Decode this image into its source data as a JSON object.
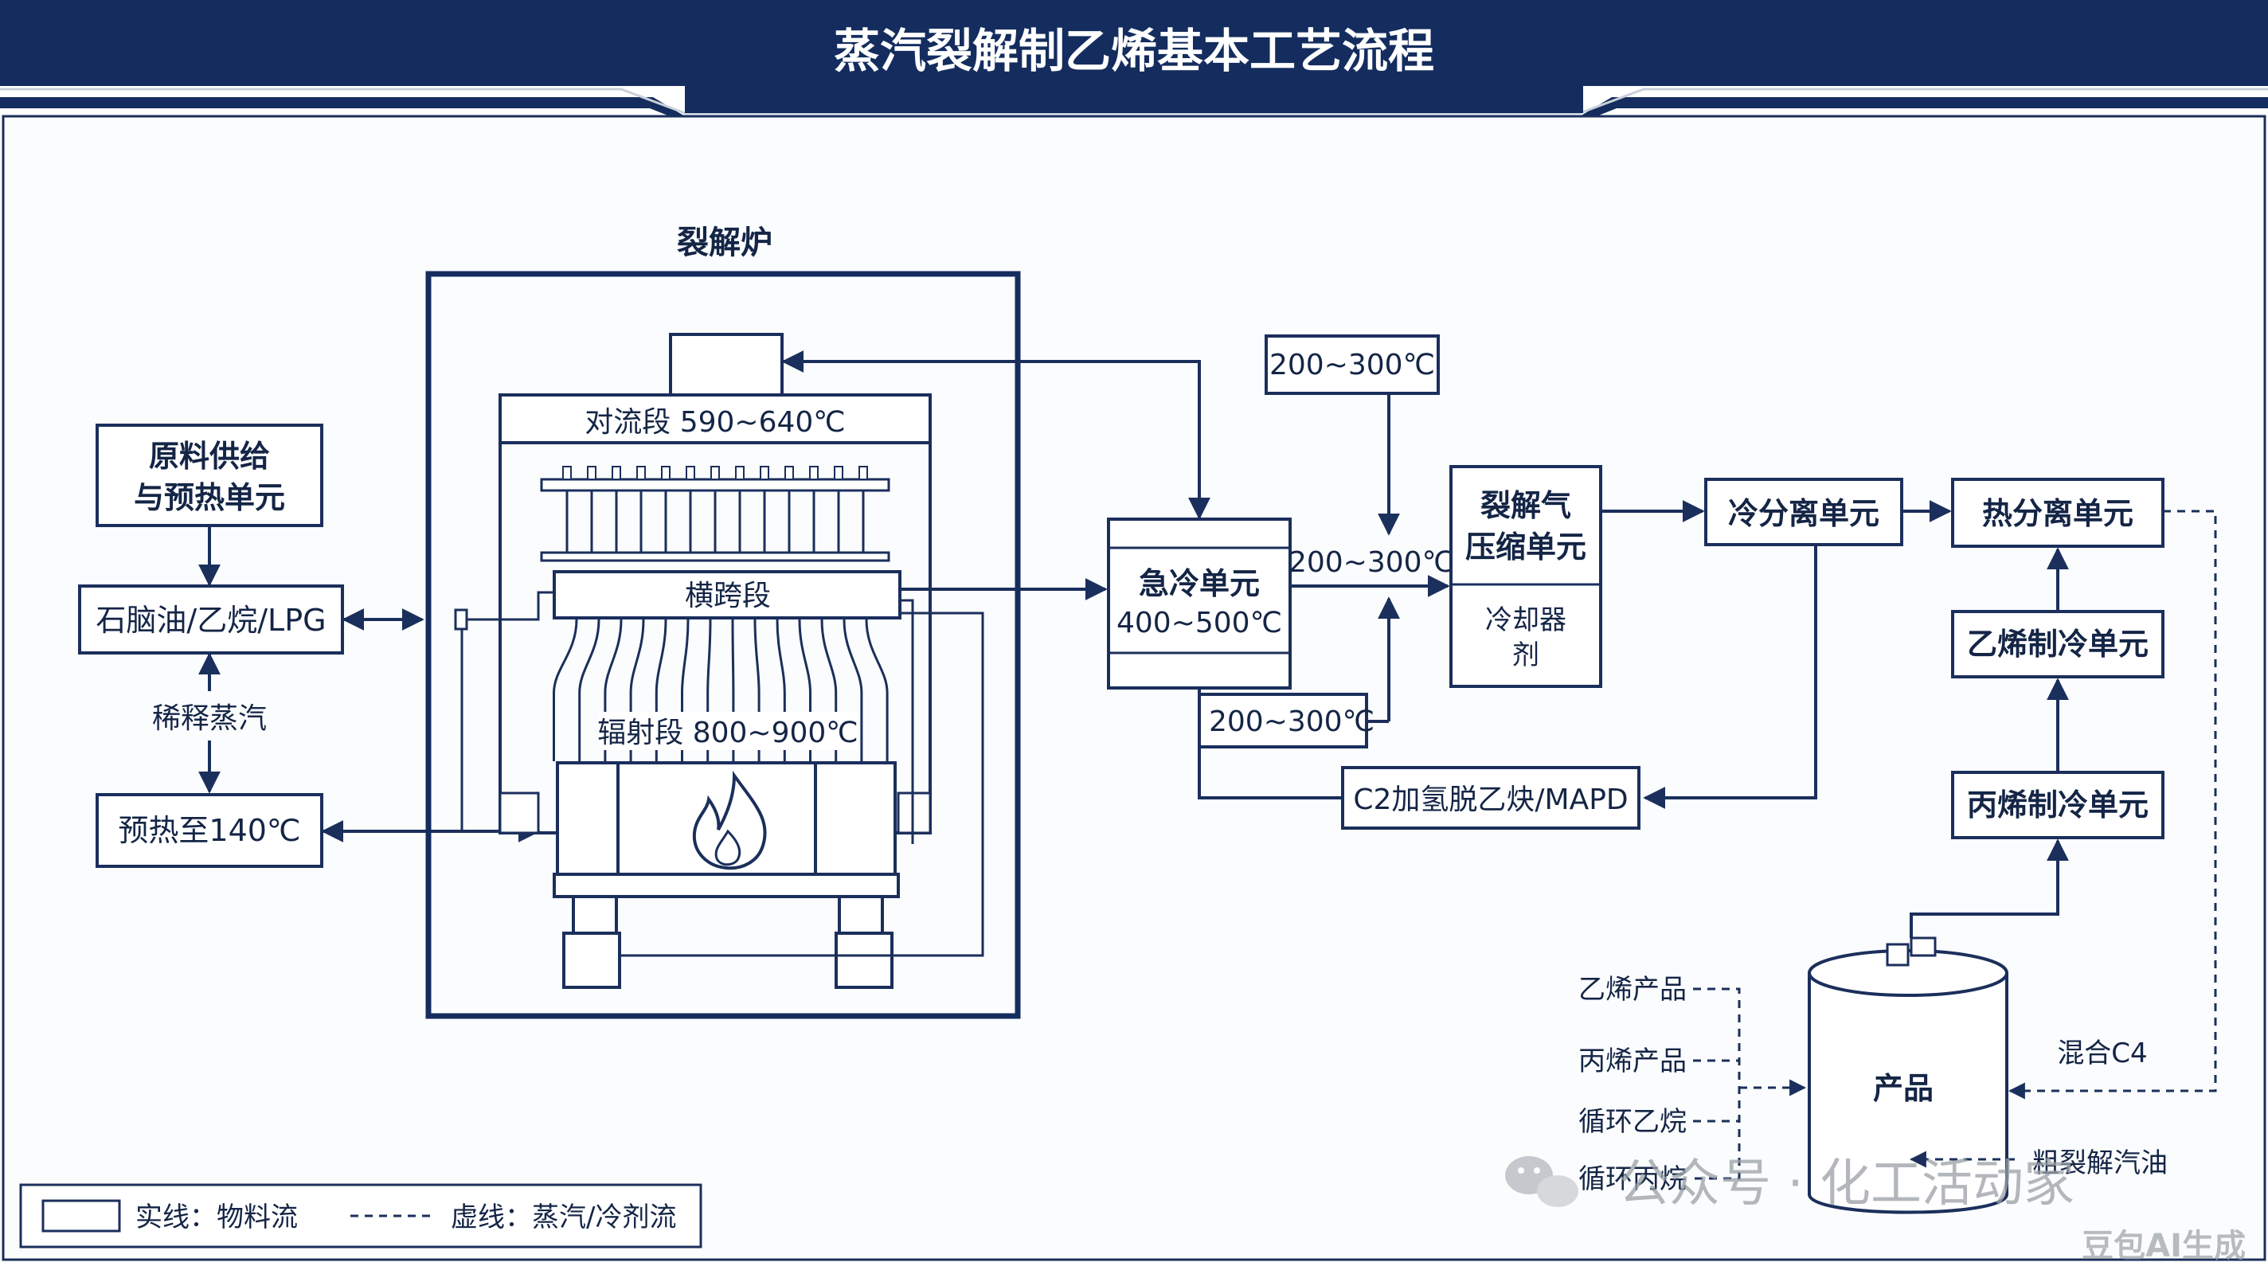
{
  "title": "蒸汽裂解制乙烯基本工艺流程",
  "colors": {
    "navy": "#142d5e",
    "line": "#1b2f5c",
    "bg": "#ffffff",
    "panel_bg": "#fbfcfd",
    "watermark": "#9aa0a6"
  },
  "furnace": {
    "title": "裂解炉",
    "convection": "对流段 590~640℃",
    "crossover": "横跨段",
    "radiant": "辐射段 800~900℃",
    "flame_icon": "flame-icon"
  },
  "left": {
    "feed_unit_line1": "原料供给",
    "feed_unit_line2": "与预热单元",
    "feedstock": "石脑油/乙烷/LPG",
    "dilution_steam": "稀释蒸汽",
    "preheat": "预热至140℃"
  },
  "quench": {
    "line1": "急冷单元",
    "line2": "400~500℃"
  },
  "temps": {
    "top": "200~300℃",
    "middle": "200~300℃",
    "bottom": "200~300℃"
  },
  "compressor": {
    "line1": "裂解气",
    "line2": "压缩单元",
    "sub_line1": "冷却器",
    "sub_line2": "剂"
  },
  "cold_sep": "冷分离单元",
  "hot_sep": "热分离单元",
  "ethylene_ref": "乙烯制冷单元",
  "propylene_ref": "丙烯制冷单元",
  "c2_unit": "C2加氢脱乙炔/MAPD",
  "product": {
    "tank_label": "产品",
    "inputs": [
      "乙烯产品",
      "丙烯产品",
      "循环乙烷",
      "循环丙烷"
    ],
    "mixed_c4": "混合C4",
    "pyrolysis_gasoline": "粗裂解汽油"
  },
  "legend": {
    "solid": "实线：物料流",
    "dashed": "虚线：蒸汽/冷剂流"
  },
  "watermark": {
    "text": "公众号 · 化工活动家",
    "ai": "豆包AI生成",
    "icon": "wechat-icon"
  }
}
